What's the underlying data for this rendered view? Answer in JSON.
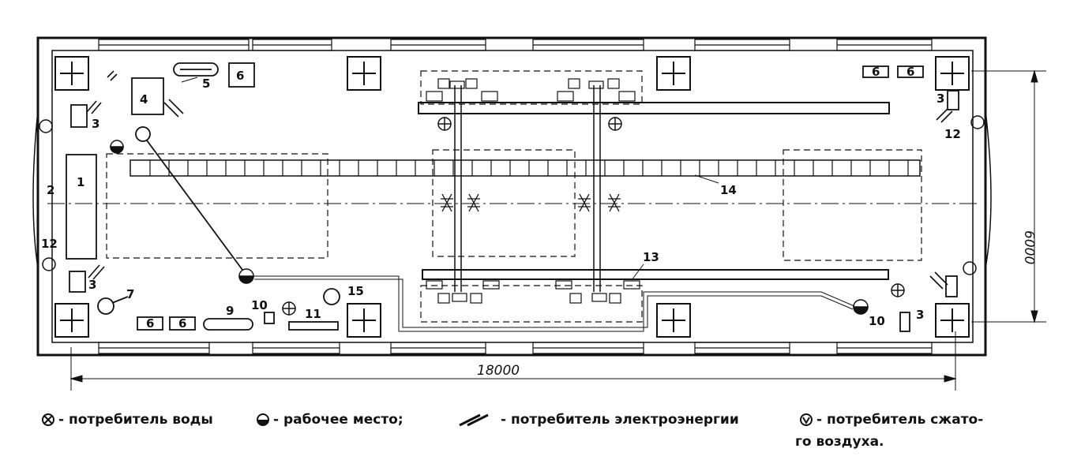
{
  "plan": {
    "labels": {
      "l1": "1",
      "l2": "2",
      "l3a": "3",
      "l3b": "3",
      "l3c": "3",
      "l3d": "3",
      "l4": "4",
      "l5": "5",
      "l6a": "6",
      "l6b": "6",
      "l6c": "6",
      "l6d": "6",
      "l6e": "6",
      "l7": "7",
      "l9": "9",
      "l10a": "10",
      "l10b": "10",
      "l11": "11",
      "l12a": "12",
      "l12b": "12",
      "l13": "13",
      "l14": "14",
      "l15": "15"
    },
    "dimensions": {
      "length": "18000",
      "width": "6000"
    }
  },
  "legend": {
    "water": "- потребитель воды",
    "workplace": "- рабочее место;",
    "electric": "- потребитель электроэнергии",
    "air": "- потребитель сжато-",
    "air_cont": "го воздуха."
  }
}
